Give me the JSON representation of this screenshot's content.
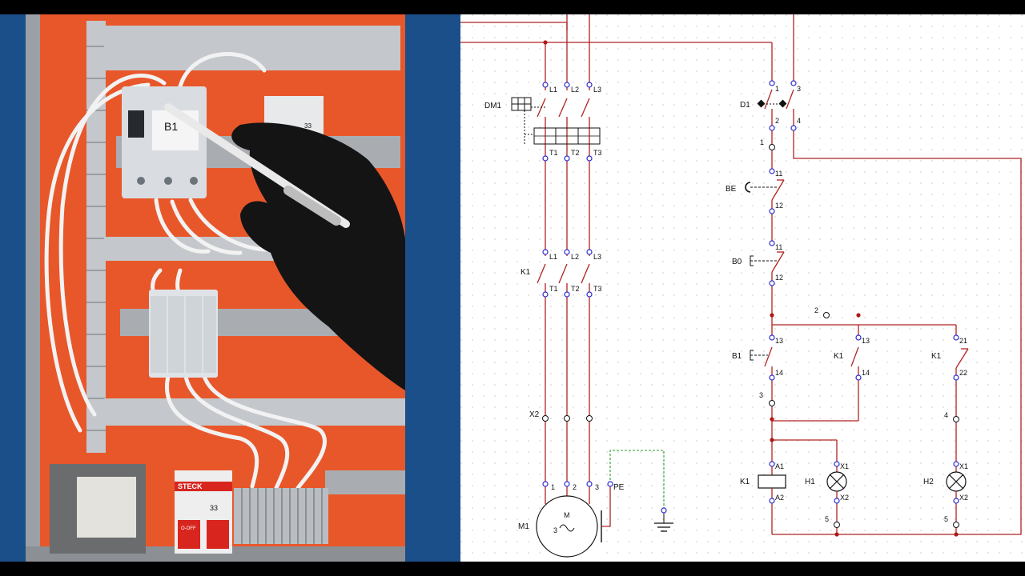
{
  "colors": {
    "frame": "#000000",
    "side_panel": "#1b4f8a",
    "panel_orange": "#e8572a",
    "wire": "#b02323",
    "terminal": "#2a2ad0",
    "junction": "#b01818",
    "earth_wire": "#2f9b2f",
    "text": "#111111",
    "sheet": "#ffffff",
    "grid_dot": "#c9c9c9"
  },
  "photo": {
    "breaker_label": "B1",
    "mcb_brand": "STECK",
    "mcb_rating": "33",
    "mcb_off_label": "O-OFF",
    "panel_label_number": "33"
  },
  "labels": {
    "dm1": "DM1",
    "k1_power": "K1",
    "m1": "M1",
    "motor_letter": "M",
    "motor_phases": "3",
    "pe": "PE",
    "x2_power": "X2",
    "l1": "L1",
    "l2": "L2",
    "l3": "L3",
    "t1": "T1",
    "t2": "T2",
    "t3": "T3",
    "n1": "1",
    "n2": "2",
    "n3": "3",
    "d1": "D1",
    "d1_t1": "1",
    "d1_t3": "3",
    "d1_t2": "2",
    "d1_t4": "4",
    "node1": "1",
    "be": "BE",
    "be_11": "11",
    "be_12": "12",
    "b0": "B0",
    "b0_11": "11",
    "b0_12": "12",
    "node2": "2",
    "b1": "B1",
    "b1_13": "13",
    "b1_14": "14",
    "node3": "3",
    "k1_no": "K1",
    "k1_no_13": "13",
    "k1_no_14": "14",
    "k1_nc": "K1",
    "k1_nc_21": "21",
    "k1_nc_22": "22",
    "node4": "4",
    "k1_coil": "K1",
    "a1": "A1",
    "a2": "A2",
    "h1": "H1",
    "h1_x1": "X1",
    "h1_x2": "X2",
    "node5_h1": "5",
    "h2": "H2",
    "h2_x1": "X1",
    "h2_x2": "X2",
    "node5_h2": "5"
  }
}
